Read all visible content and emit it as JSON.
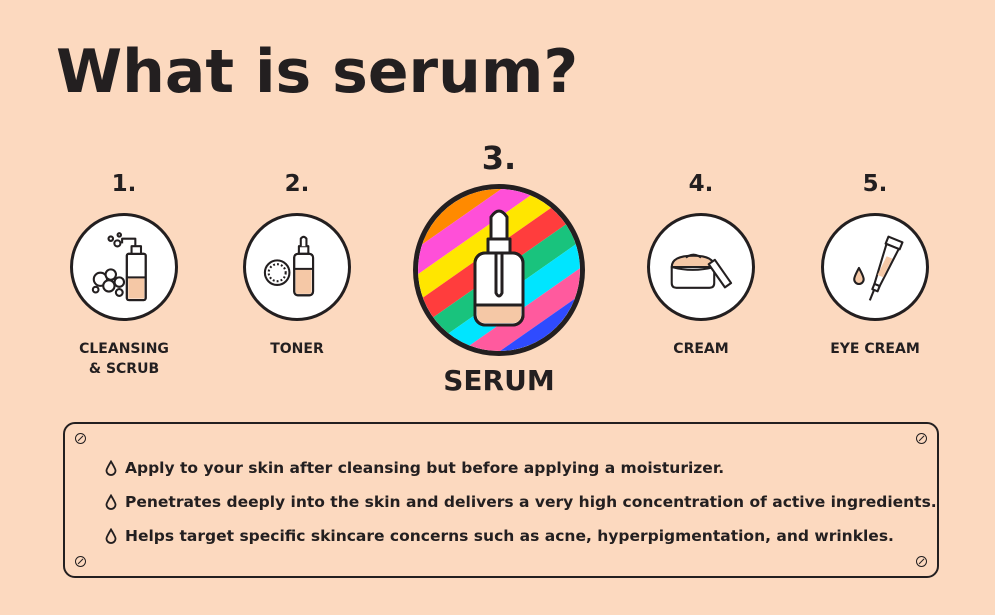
{
  "title": "What is serum?",
  "steps": [
    {
      "number": "1.",
      "label_lines": [
        "CLEANSING",
        "& SCRUB"
      ],
      "icon": "cleanser-bottle-with-bubbles-icon"
    },
    {
      "number": "2.",
      "label_lines": [
        "TONER"
      ],
      "icon": "toner-dropper-bottle-with-cotton-pad-icon"
    },
    {
      "number": "3.",
      "label_lines": [
        "SERUM"
      ],
      "icon": "serum-dropper-bottle-icon",
      "highlighted": true
    },
    {
      "number": "4.",
      "label_lines": [
        "CREAM"
      ],
      "icon": "cream-jar-icon"
    },
    {
      "number": "5.",
      "label_lines": [
        "EYE CREAM"
      ],
      "icon": "eye-cream-tube-icon"
    }
  ],
  "info_points": [
    "Apply to your skin after cleansing but before applying a moisturizer.",
    "Penetrates deeply into the skin and delivers a very high concentration of active ingredients.",
    "Helps target specific skincare concerns such as acne, hyperpigmentation, and wrinkles."
  ],
  "colors": {
    "background": "#fcd9bf",
    "ink": "#231f20",
    "product_fill": "#f5c8a6",
    "circle_fill": "#ffffff",
    "rainbow": [
      "#ffe600",
      "#ff9ec4",
      "#ff5a9e",
      "#ff3d3d",
      "#ff8a00",
      "#19c37d",
      "#00e5ff",
      "#2f4bff",
      "#7a2cff",
      "#ff4fd8"
    ]
  }
}
